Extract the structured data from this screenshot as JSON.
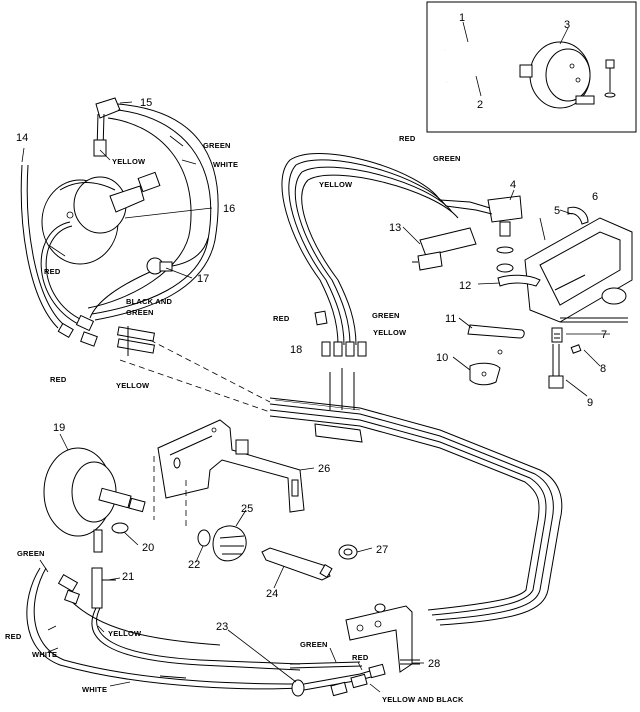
{
  "callouts": [
    "1",
    "2",
    "3",
    "4",
    "5",
    "6",
    "7",
    "8",
    "9",
    "10",
    "11",
    "12",
    "13",
    "14",
    "15",
    "16",
    "17",
    "18",
    "19",
    "20",
    "21",
    "22",
    "23",
    "24",
    "25",
    "26",
    "27",
    "28"
  ],
  "wire_labels": {
    "red": "RED",
    "green": "GREEN",
    "white": "WHITE",
    "yellow": "YELLOW",
    "black_and": "BLACK AND",
    "green_lower": "GREEN",
    "yellow_and_black": "YELLOW AND BLACK"
  }
}
